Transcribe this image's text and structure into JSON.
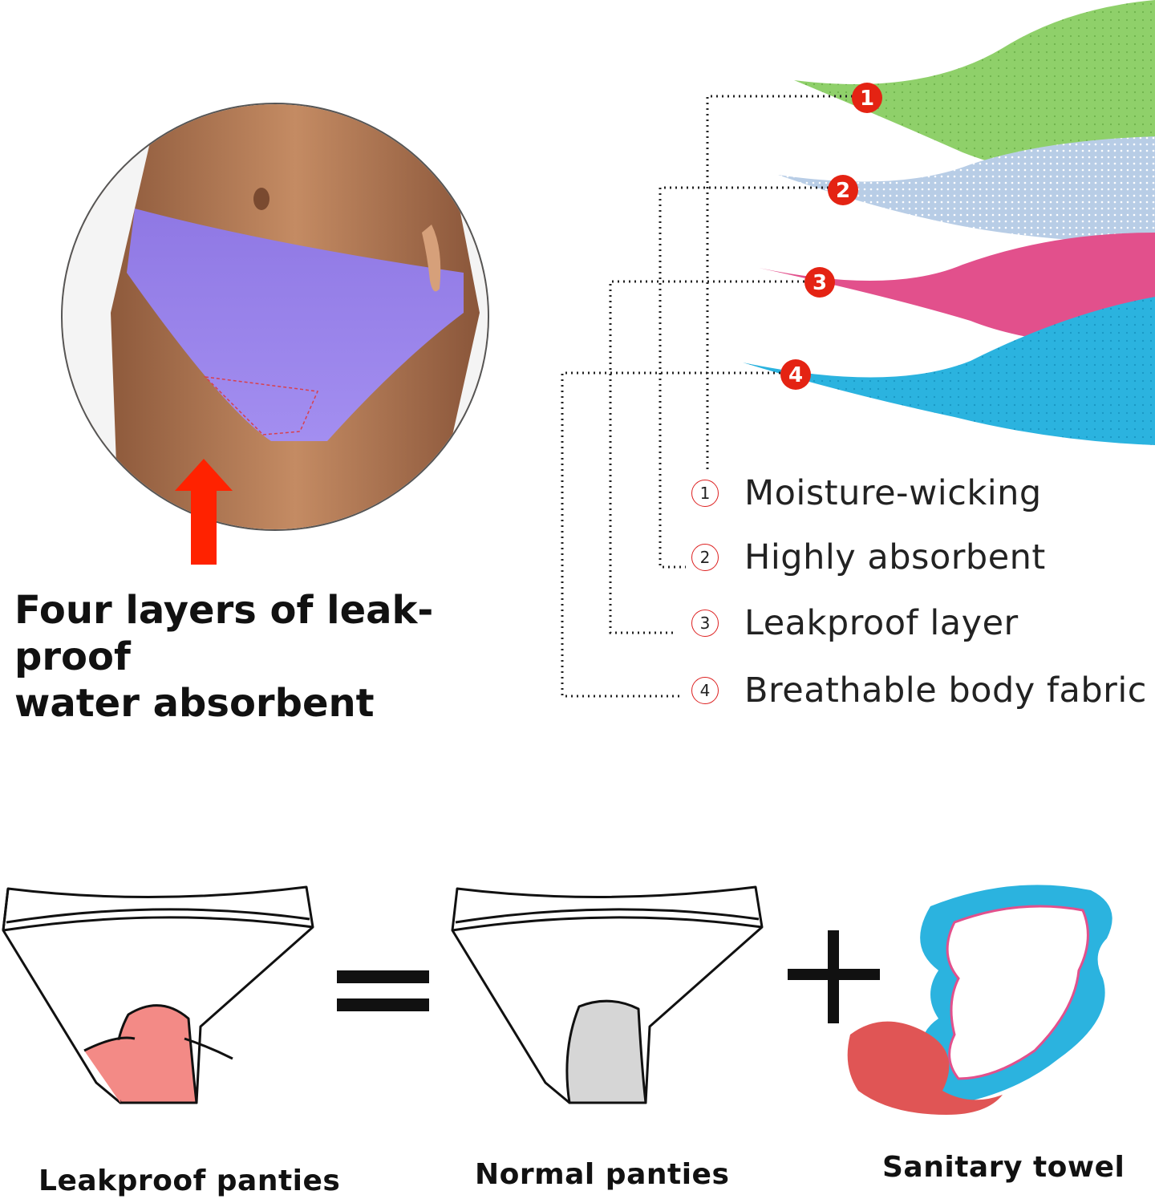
{
  "headline": {
    "line1": "Four layers of leak-proof",
    "line2": "water absorbent"
  },
  "layers": [
    {
      "number": "1",
      "label": "Moisture-wicking",
      "color": "#8fd06a"
    },
    {
      "number": "2",
      "label": "Highly absorbent",
      "color": "#b8cde6"
    },
    {
      "number": "3",
      "label": "Leakproof layer",
      "color": "#e2508c"
    },
    {
      "number": "4",
      "label": "Breathable body fabric",
      "color": "#2bb3df"
    }
  ],
  "comparison": {
    "leakproof_label": "Leakproof panties",
    "normal_label": "Normal panties",
    "towel_label": "Sanitary towel",
    "leakproof_gusset_color": "#f38a86",
    "normal_gusset_color": "#d6d6d6",
    "towel_outer_color": "#2bb3df",
    "towel_wing_color": "#e05555"
  },
  "colors": {
    "badge_red": "#e42313",
    "arrow_red": "#ff2200",
    "panty_purple": "#9a82e6"
  }
}
